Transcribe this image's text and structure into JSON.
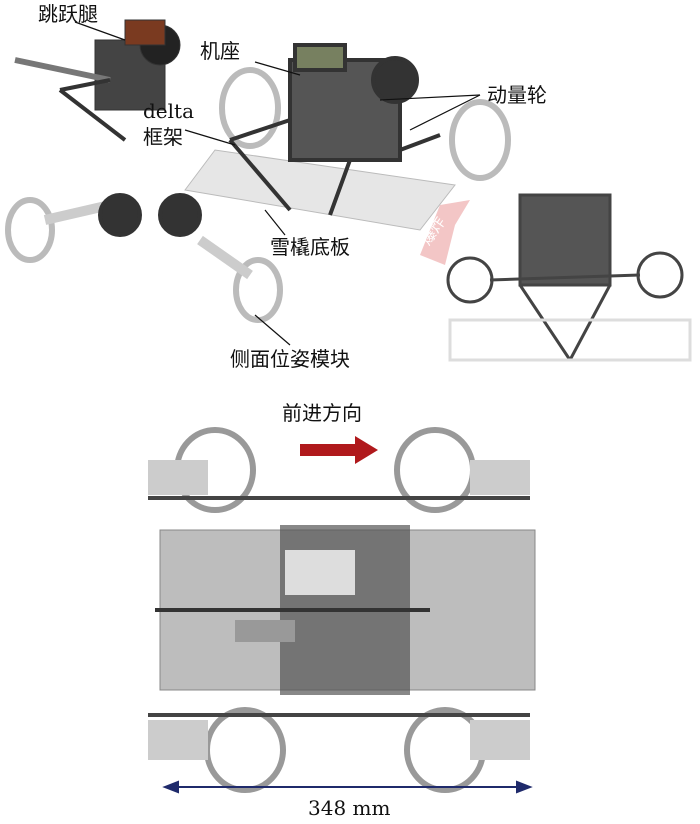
{
  "labels": {
    "jump_leg": "跳跃腿",
    "base": "机座",
    "delta_frame_1": "delta",
    "delta_frame_2": "框架",
    "momentum_wheel": "动量轮",
    "sled_plate": "雪橇底板",
    "side_pose_module": "侧面位姿模块",
    "explode": "爆炸",
    "forward_direction": "前进方向",
    "width_dimension": "348 mm"
  },
  "colors": {
    "forward_arrow": "#b0191c",
    "dimension_arrow": "#1f2a6b",
    "explode_arrow": "#f0b8b8"
  }
}
